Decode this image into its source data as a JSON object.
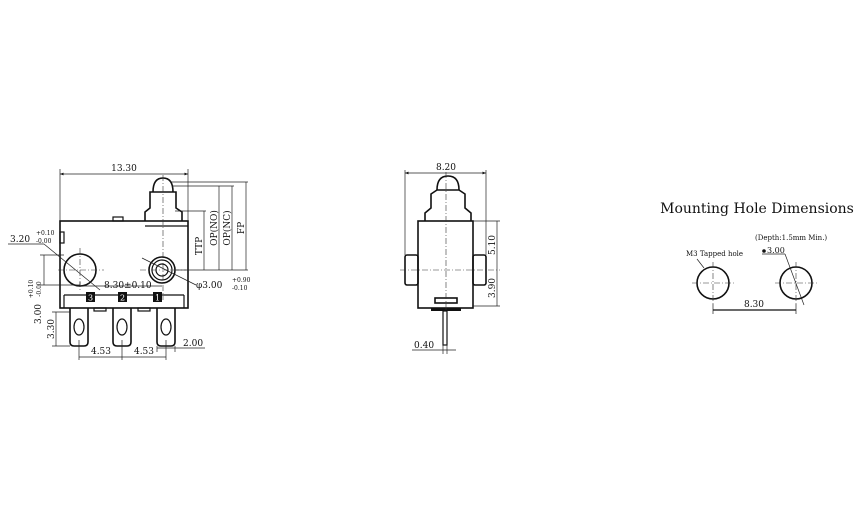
{
  "front_view": {
    "width_dim": "13.30",
    "hole_dia_left": "3.20",
    "hole_dia_left_tol_upper": "+0.10",
    "hole_dia_left_tol_lower": "-0.00",
    "hole_spacing": "8.30±0.10",
    "hole_dia_right": "φ3.00",
    "hole_dia_right_tol_upper": "+0.90",
    "hole_dia_right_tol_lower": "-0.10",
    "ttp_label": "TTP",
    "op_no_label": "OP(NO)",
    "op_nc_label": "OP(NC)",
    "fp_label": "FP",
    "hole_height": "3.00",
    "hole_height_tol_upper": "+0.10",
    "hole_height_tol_lower": "-0.00",
    "terminal_length": "3.30",
    "terminal_pitch_1": "4.53",
    "terminal_pitch_2": "4.53",
    "terminal_width": "2.00",
    "terminal_labels": [
      "3",
      "2",
      "1"
    ]
  },
  "side_view": {
    "width_dim": "8.20",
    "upper_height": "5.10",
    "lower_height": "3.90",
    "pin_thickness": "0.40"
  },
  "mounting": {
    "title": "Mounting Hole Dimensions",
    "depth_note": "(Depth:1.5mm Min.)",
    "tapped_label": "M3 Tapped hole",
    "hole_dia": "3.00",
    "spacing": "8.30"
  }
}
